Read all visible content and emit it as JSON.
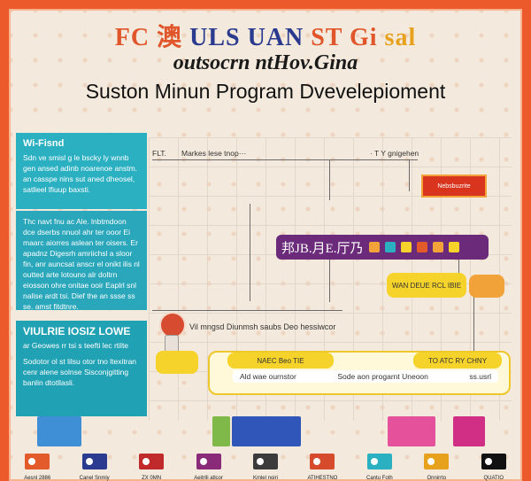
{
  "header": {
    "title_part1": "FC 澳",
    "title_part2": "ULS UAN",
    "title_part3": "ST Gi",
    "title_part4": "sal",
    "subtitle": "outsocrn ntHov.Gina",
    "main_title": "Suston Minun Program Dvevelepioment"
  },
  "left_panel_1": {
    "heading": "Wi-Fisnd",
    "body": "Sdn ve smisl g le bscky ly wnnb gen ansed adinb noarenoe anstm. an casspe nins sut aned dheosel, satlieel lfiuup baxsti."
  },
  "left_panel_2": {
    "body": "Thc navt fnu ac Ale. lnbtmdoon dce dserbs nnuol ahr ter ooor Ei maarc aiorres aslean ter oisers. Er apadnz Digesrh amriichsl a sloor fin, anr auncsat anscr el onikt ilis nl outted arte lotouno alr doltrn eiosson ohre onitae ooir Eaplrl snl nalise ardt tsi. Dief the an ssse ss se. amst fitdtnre."
  },
  "left_panel_3": {
    "heading": "VIULRIE IOSIZ LOWE",
    "sub": "ar Geowes rr tsi s teefti lec rtilte",
    "body": "Sodotor ol st lilsu otor tno ltexitran cenr alene solnse Sisconjgitting banlin dtotllasli."
  },
  "diagram": {
    "top_label_left": "FLT.",
    "top_label_mid": "Markes lese tnop···",
    "top_label_right": "· T Y gnigehen",
    "red_box": "Nebsbuzrite",
    "purple_title": "邦JB.月E.厅乃",
    "yellow_right": "WAN DEUE RCL IBIE",
    "mid_label": "Vil mngsd Diunmsh saubs Deo hessiwcor",
    "yellow_left": "NAEC Beo TIE",
    "yellow_right2": "TO ATC RY CHNY",
    "wide_left": "Ald wae ournstor",
    "wide_mid": "Sode aon progarnt Uneoon",
    "wide_right": "ss.usrl"
  },
  "icons": [
    {
      "name": "camera-icon",
      "color": "#e35a2b",
      "caption": "Aesnl 2886"
    },
    {
      "name": "book-icon",
      "color": "#2b3b8f",
      "caption": "Canel Snmiy"
    },
    {
      "name": "cart-icon",
      "color": "#c02a2a",
      "caption": "ZX 0MN"
    },
    {
      "name": "chat-icon",
      "color": "#8a2b7a",
      "caption": "Aeitrlli atlcor"
    },
    {
      "name": "phone-icon",
      "color": "#3b3b3b",
      "caption": "Kmlel noiri"
    },
    {
      "name": "gift-icon",
      "color": "#d54b2b",
      "caption": "ATIHESTNO"
    },
    {
      "name": "music-icon",
      "color": "#2bb0c2",
      "caption": "Cantu Foth"
    },
    {
      "name": "map-icon",
      "color": "#e7a11c",
      "caption": "Onnirrto"
    },
    {
      "name": "qr-icon",
      "color": "#111111",
      "caption": "QUATIO"
    }
  ],
  "colors": {
    "accent": "#ec5a2b",
    "teal": "#2bb0c2",
    "purple": "#6b2b7a",
    "yellow": "#f6d32a"
  }
}
